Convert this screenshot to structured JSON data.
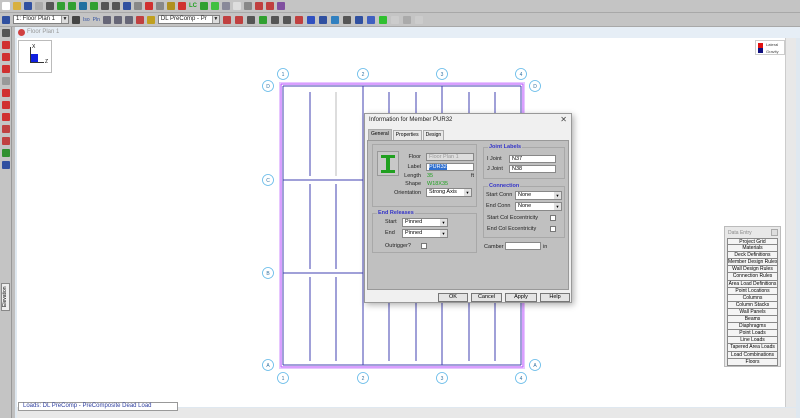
{
  "toolbar1": {
    "icons": [
      [
        "new-file-icon",
        "#fff"
      ],
      [
        "open-folder-icon",
        "#d8b040"
      ],
      [
        "save-icon",
        "#3050a0"
      ],
      [
        "copy-icon",
        "#aaa"
      ],
      [
        "print-icon",
        "#555"
      ],
      [
        "undo-icon",
        "#30a030"
      ],
      [
        "redo-icon",
        "#30a030"
      ],
      [
        "globe-icon",
        "#2070a0"
      ],
      [
        "model-icon",
        "#30a030"
      ],
      [
        "beam-icon",
        "#555"
      ],
      [
        "grid-icon",
        "#555"
      ],
      [
        "save-file-icon",
        "#3050a0"
      ],
      [
        "wall-icon",
        "#888"
      ],
      [
        "delete-icon",
        "#d03030"
      ],
      [
        "table-icon",
        "#888"
      ],
      [
        "spreadsheet-icon",
        "#b09020"
      ],
      [
        "solve-icon",
        "#d03030"
      ],
      [
        "load-combo-icon",
        "#30a030"
      ],
      [
        "green-square-icon",
        "#40c040"
      ],
      [
        "panel-icon",
        "#889"
      ],
      [
        "disabled-icon",
        "#ddd"
      ],
      [
        "report-icon",
        "#888"
      ],
      [
        "results-icon",
        "#c04040"
      ],
      [
        "results2-icon",
        "#c04040"
      ],
      [
        "settings-icon",
        "#8050a0"
      ]
    ],
    "lc_label": "LC"
  },
  "toolbar2": {
    "floor_select": "1: Floor Plan 1",
    "load_select": "DL PreComp - Pr",
    "iso_label": "Iso",
    "pln_label": "Pln",
    "icons": [
      [
        "zoom-in-icon",
        "#667"
      ],
      [
        "zoom-out-icon",
        "#667"
      ],
      [
        "zoom-box-icon",
        "#667"
      ],
      [
        "fit-icon",
        "#c04040"
      ],
      [
        "edit-icon",
        "#c0a020"
      ],
      [
        "load-icon",
        "#c04040"
      ],
      [
        "refresh-icon",
        "#c04040"
      ],
      [
        "graphics-icon",
        "#555"
      ],
      [
        "north-icon",
        "#30a030"
      ],
      [
        "column-icon",
        "#555"
      ],
      [
        "beam-draw-icon",
        "#555"
      ],
      [
        "deck-icon",
        "#c04040"
      ],
      [
        "slope-icon",
        "#3050c0"
      ],
      [
        "color-icon",
        "#3050a0"
      ],
      [
        "clock-icon",
        "#3080c0"
      ],
      [
        "frame-icon",
        "#555"
      ],
      [
        "panel-view-icon",
        "#3050a0"
      ],
      [
        "wall-view-icon",
        "#4060c0"
      ],
      [
        "diaphragm-icon",
        "#30c030"
      ],
      [
        "grid-snap-icon",
        "#ccc"
      ],
      [
        "box-icon",
        "#aaa"
      ],
      [
        "rotate-icon",
        "#ccc"
      ]
    ]
  },
  "left_toolbar": [
    [
      "beam-tool-icon",
      "#555"
    ],
    [
      "rect-tool-icon",
      "#d03030"
    ],
    [
      "circle-tool-icon",
      "#d03030"
    ],
    [
      "line-tool-icon",
      "#d03030"
    ],
    [
      "beam2-tool-icon",
      "#999"
    ],
    [
      "rect2-tool-icon",
      "#d03030"
    ],
    [
      "circle2-tool-icon",
      "#d03030"
    ],
    [
      "line2-tool-icon",
      "#d03030"
    ],
    [
      "member-tool-icon",
      "#c04040"
    ],
    [
      "joint-tool-icon",
      "#c04040"
    ],
    [
      "support-tool-icon",
      "#309030"
    ],
    [
      "lock-tool-icon",
      "#3050a0"
    ]
  ],
  "elevation_tab": "Elevation",
  "window": {
    "title": "Floor Plan 1"
  },
  "axes": {
    "x": "X",
    "z": "Z"
  },
  "legend": {
    "lateral": "Lateral",
    "gravity": "Gravity",
    "lateral_color": "#e01010",
    "gravity_color": "#101080"
  },
  "grid": {
    "columns": [
      "1",
      "2",
      "3",
      "4"
    ],
    "rows": [
      "D",
      "C",
      "B",
      "A"
    ]
  },
  "status": "Loads: DL PreComp - PreComposite Dead Load",
  "dialog": {
    "title": "Information for Member PUR32",
    "tabs": [
      "General",
      "Properties",
      "Design"
    ],
    "floor_label": "Floor",
    "floor_value": "Floor Plan 1",
    "label_label": "Label",
    "label_value": "PUR32",
    "length_label": "Length",
    "length_value": "35",
    "length_unit": "ft",
    "shape_label": "Shape",
    "shape_value": "W18X35",
    "orientation_label": "Orientation",
    "orientation_value": "Strong Axis",
    "end_releases": {
      "title": "End Releases",
      "start_label": "Start",
      "start_value": "Pinned",
      "end_label": "End",
      "end_value": "Pinned",
      "outrigger_label": "Outrigger?"
    },
    "joint_labels": {
      "title": "Joint Labels",
      "i_label": "I Joint",
      "i_value": "N37",
      "j_label": "J Joint",
      "j_value": "N38"
    },
    "connection": {
      "title": "Connection",
      "start_label": "Start Conn",
      "start_value": "None",
      "end_label": "End Conn",
      "end_value": "None",
      "start_ecc": "Start Col Eccentricity",
      "end_ecc": "End Col Eccentricity"
    },
    "camber_label": "Camber",
    "camber_value": "",
    "camber_unit": "in",
    "buttons": {
      "ok": "OK",
      "cancel": "Cancel",
      "apply": "Apply",
      "help": "Help"
    }
  },
  "data_entry": {
    "title": "Data Entry",
    "items": [
      "Project Grid",
      "Materials",
      "Deck Definitions",
      "Member Design Rules",
      "Wall Design Rules",
      "Connection Rules",
      "Area Load Definitions",
      "Point Locations",
      "Columns",
      "Column Stacks",
      "Wall Panels",
      "Beams",
      "Diaphragms",
      "Point Loads",
      "Line Loads",
      "Tapered Area Loads",
      "Load Combinations",
      "Floors"
    ]
  }
}
